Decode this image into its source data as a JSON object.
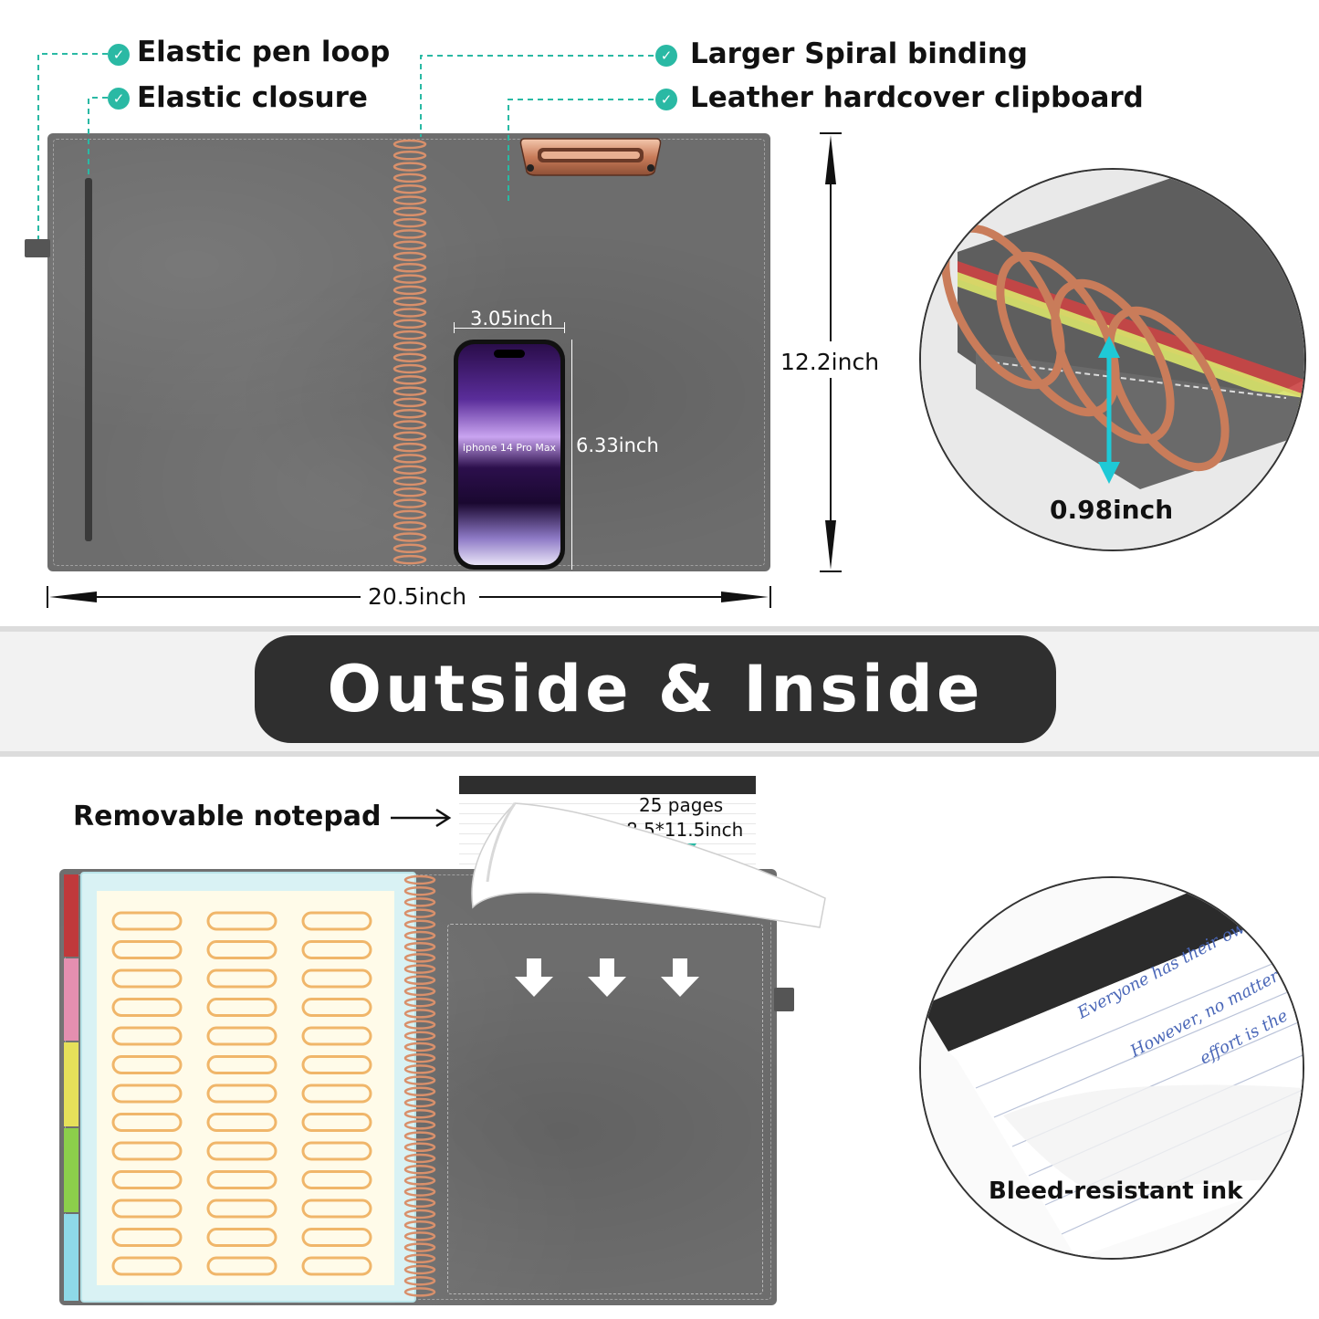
{
  "features": {
    "pen_loop": "Elastic pen loop",
    "closure": "Elastic closure",
    "spiral": "Larger Spiral binding",
    "clipboard": "Leather hardcover clipboard"
  },
  "dimensions": {
    "width": "20.5inch",
    "height": "12.2inch",
    "phone_width": "3.05inch",
    "phone_height": "6.33inch",
    "ring": "0.98inch"
  },
  "phone_label": "iphone 14 Pro Max",
  "banner_title": "Outside & Inside",
  "notepad": {
    "label": "Removable notepad",
    "pages": "25 pages",
    "size": "8.5*11.5inch"
  },
  "ink_label": "Bleed-resistant ink",
  "handwriting": {
    "line1": "Everyone has their own world",
    "line2": "However, no matter how",
    "line3": "effort is the"
  },
  "colors": {
    "accent": "#2ab9a4",
    "leather": "#6d6d6d",
    "banner": "#2f2f2f",
    "ring": "#d9906b"
  }
}
